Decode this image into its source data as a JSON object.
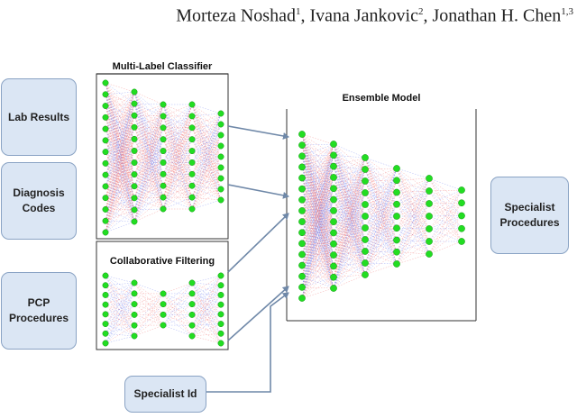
{
  "authors": [
    {
      "name": "Morteza Noshad",
      "sup": "1"
    },
    {
      "name": "Ivana Jankovic",
      "sup": "2"
    },
    {
      "name": "Jonathan H. Chen",
      "sup": "1,3"
    }
  ],
  "inputs": {
    "lab_results": "Lab Results",
    "diagnosis_line1": "Diagnosis",
    "diagnosis_line2": "Codes",
    "pcp_line1": "PCP",
    "pcp_line2": "Procedures",
    "specialist_id": "Specialist Id"
  },
  "output": {
    "line1": "Specialist",
    "line2": "Procedures"
  },
  "panels": {
    "mlc": "Multi-Label Classifier",
    "cf": "Collaborative Filtering",
    "ensemble": "Ensemble Model"
  },
  "colors": {
    "box_fill": "#dbe6f4",
    "box_border": "#8aa3c4",
    "node": "#22dd22",
    "edge_red": "#ee6666",
    "edge_blue": "#6677ee",
    "arrow": "#6f88a8"
  }
}
